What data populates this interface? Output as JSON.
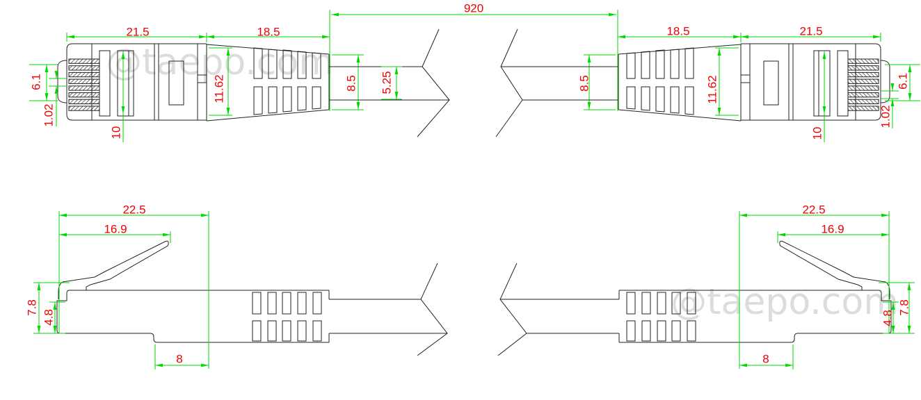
{
  "drawing": {
    "type": "cad-dimension-drawing",
    "subject": "RJ45 network patch cable connectors, side and top views"
  },
  "watermark": {
    "text": "@taepo.com",
    "color": "#dcdcdc"
  },
  "colors": {
    "outline": "#222222",
    "dimension_line": "#00d900",
    "dimension_text": "#f10000",
    "background": "#ffffff"
  },
  "top_view": {
    "overall_length": "920",
    "left": {
      "plug_length": "21.5",
      "boot_length": "18.5",
      "tip_height": "6.1",
      "pin_pitch": "1.02",
      "contact_height": "10",
      "boot_height": "11.62",
      "cable_od": "8.5",
      "cable_core": "5.25"
    },
    "right": {
      "boot_length": "18.5",
      "plug_length": "21.5",
      "cable_od": "8.5",
      "boot_height": "11.62",
      "contact_height": "10",
      "tip_height": "6.1",
      "pin_pitch": "1.02"
    }
  },
  "bottom_view": {
    "left": {
      "body_length": "22.5",
      "latch_length": "16.9",
      "overall_height": "7.8",
      "body_height": "4.8",
      "notch_length": "8"
    },
    "right": {
      "body_length": "22.5",
      "latch_length": "16.9",
      "overall_height": "7.8",
      "body_height": "4.8",
      "notch_length": "8"
    }
  }
}
